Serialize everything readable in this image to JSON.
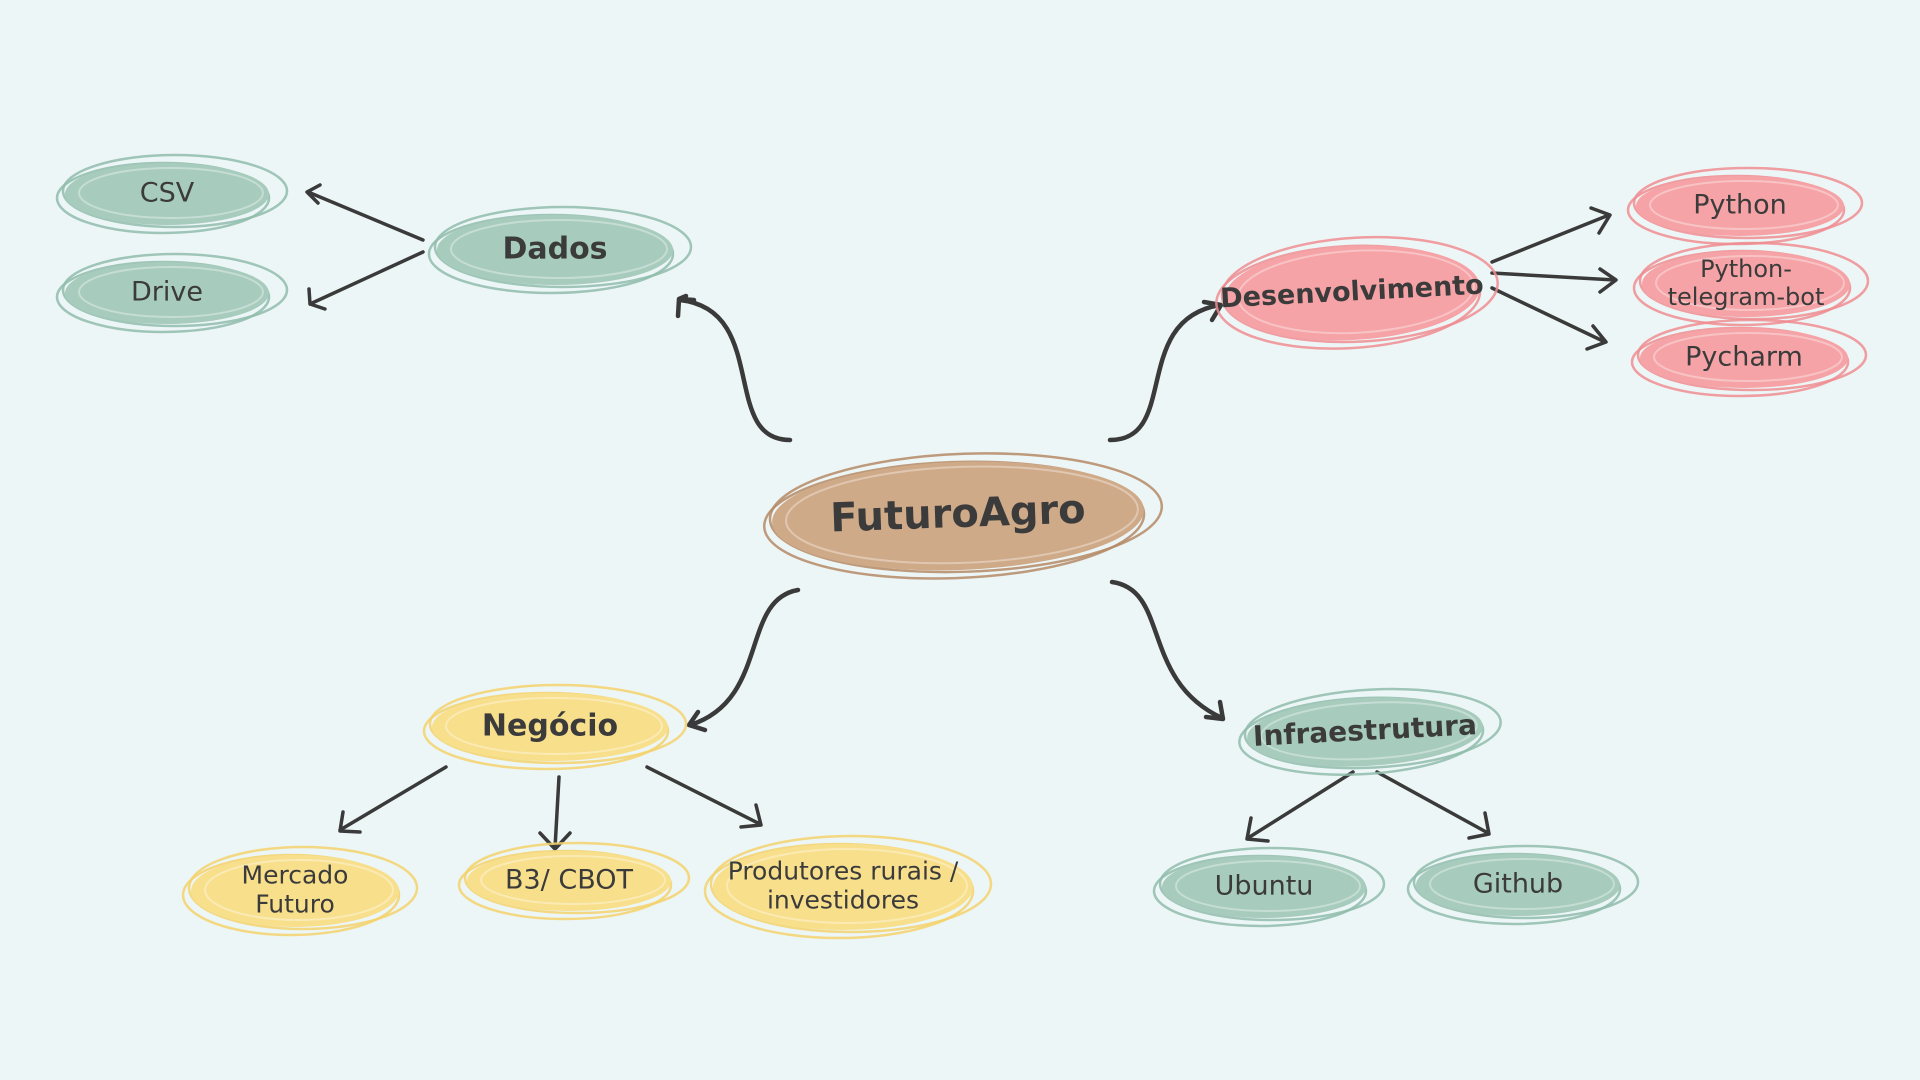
{
  "colors": {
    "background": "#edf6f6",
    "root": "#cfaa88",
    "root_outline": "#b58a66",
    "green": "#a7cbbd",
    "green_outline": "#8fbcab",
    "pink": "#f5a3a6",
    "pink_outline": "#ef8d92",
    "yellow": "#f8df8c",
    "yellow_outline": "#f3d26c",
    "text": "#3b3b3b",
    "arrow": "#3a3a3a"
  },
  "root": {
    "label": "FuturoAgro"
  },
  "branches": {
    "dados": {
      "label": "Dados",
      "children": [
        "CSV",
        "Drive"
      ]
    },
    "desenvolvimento": {
      "label": "Desenvolvimento",
      "children": [
        "Python",
        "Python-telegram-bot",
        "Pycharm"
      ]
    },
    "negocio": {
      "label": "Negócio",
      "children": [
        "Mercado Futuro",
        "B3/ CBOT",
        "Produtores rurais / investidores"
      ]
    },
    "infraestrutura": {
      "label": "Infraestrutura",
      "children": [
        "Ubuntu",
        "Github"
      ]
    }
  }
}
